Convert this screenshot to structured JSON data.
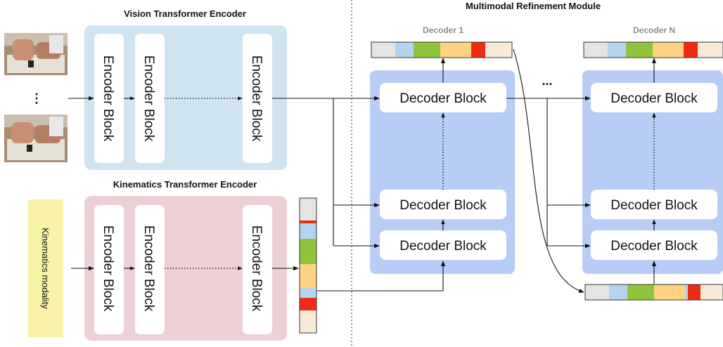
{
  "titles": {
    "vision_encoder": "Vision Transformer Encoder",
    "kinematics_encoder": "Kinematics Transformer Encoder",
    "refinement_module": "Multimodal Refinement Module"
  },
  "encoder_block_label": "Encoder Block",
  "decoder_block_label": "Decoder Block",
  "decoder_1_label": "Decoder 1",
  "decoder_n_label": "Decoder N",
  "kinematics_modality_label": "Kinematics modality",
  "frames_ellipsis": "⋮",
  "decoders_ellipsis": "...",
  "colors": {
    "vision_panel": "#cfe3f1",
    "kinematics_panel": "#ecd0d6",
    "decoder_panel": "#b8cdf6",
    "modality_box": "#f8f3a8",
    "gray": "#e4e4e4",
    "blue": "#b3d4ee",
    "green": "#8fc53c",
    "orange": "#fdd282",
    "red": "#ee2c16",
    "cream": "#f9ead8"
  },
  "sequence_segments": {
    "decoder_output": [
      "gray",
      "blue",
      "green",
      "orange",
      "red",
      "cream"
    ],
    "final_output": [
      "gray",
      "blue",
      "green",
      "orange",
      "blue",
      "red",
      "cream"
    ],
    "kinematics_feature": [
      "gray",
      "red",
      "blue",
      "green",
      "orange",
      "blue",
      "red",
      "cream"
    ]
  }
}
